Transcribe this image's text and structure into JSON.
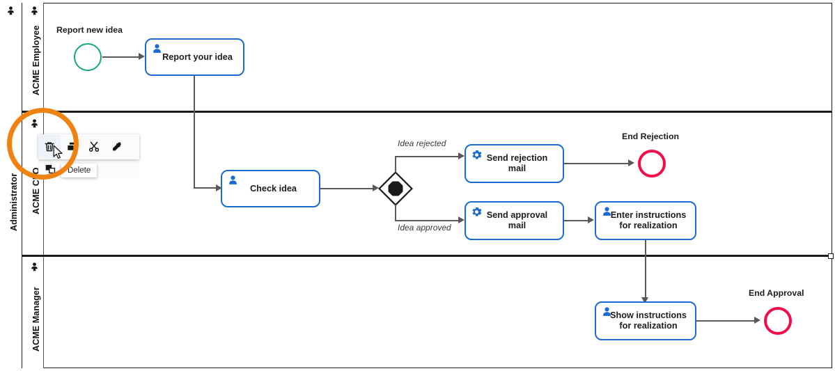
{
  "diagram": {
    "type": "bpmn-process",
    "pool": {
      "label": "Administrator",
      "icon": "lane-participant-icon"
    },
    "lanes": [
      {
        "id": "lane-employee",
        "label": "ACME Employee",
        "icon": "lane-participant-icon"
      },
      {
        "id": "lane-cfo",
        "label": "ACME CFO",
        "icon": "lane-participant-icon"
      },
      {
        "id": "lane-manager",
        "label": "ACME Manager",
        "icon": "lane-participant-icon"
      }
    ],
    "events": [
      {
        "id": "start-report-new-idea",
        "kind": "start",
        "label": "Report new idea",
        "color": "#14a87b"
      },
      {
        "id": "end-rejection",
        "kind": "end",
        "label": "End Rejection",
        "color": "#f50a4a"
      },
      {
        "id": "end-approval",
        "kind": "end",
        "label": "End Approval",
        "color": "#f50a4a"
      }
    ],
    "tasks": [
      {
        "id": "task-report-your-idea",
        "label": "Report your idea",
        "icon": "user-task-icon",
        "lane": "ACME Employee"
      },
      {
        "id": "task-check-idea",
        "label": "Check idea",
        "icon": "user-task-icon",
        "lane": "ACME CFO"
      },
      {
        "id": "task-send-rejection",
        "label": "Send rejection mail",
        "icon": "service-task-icon",
        "lane": "ACME CFO"
      },
      {
        "id": "task-send-approval",
        "label": "Send approval mail",
        "icon": "service-task-icon",
        "lane": "ACME CFO"
      },
      {
        "id": "task-enter-instructions",
        "label": "Enter instructions for realization",
        "icon": "user-task-icon",
        "lane": "ACME CFO"
      },
      {
        "id": "task-show-instructions",
        "label": "Show instructions for realization",
        "icon": "user-task-icon",
        "lane": "ACME Manager"
      }
    ],
    "gateways": [
      {
        "id": "gateway-idea-decision",
        "kind": "complex",
        "symbol": "asterisk"
      }
    ],
    "flow_labels": [
      {
        "id": "flow-idea-rejected",
        "label": "Idea rejected"
      },
      {
        "id": "flow-idea-approved",
        "label": "Idea approved"
      }
    ],
    "task_labels": {
      "report_your_idea": "Report your idea",
      "check_idea": "Check idea",
      "send_rejection_line1": "Send rejection",
      "send_rejection_line2": "mail",
      "send_approval_line1": "Send approval",
      "send_approval_line2": "mail",
      "enter_instructions_line1": "Enter instructions",
      "enter_instructions_line2": "for realization",
      "show_instructions_line1": "Show instructions",
      "show_instructions_line2": "for realization"
    }
  },
  "context_toolbar": {
    "buttons": [
      {
        "id": "delete",
        "icon": "trash-icon",
        "state": "hovered"
      },
      {
        "id": "copy",
        "icon": "copy-icon",
        "state": "normal"
      },
      {
        "id": "cut",
        "icon": "scissors-icon",
        "state": "normal"
      },
      {
        "id": "color-picker",
        "icon": "eyedropper-icon",
        "state": "normal"
      },
      {
        "id": "paste",
        "icon": "paste-icon",
        "state": "normal"
      }
    ],
    "tooltip": "Delete"
  },
  "annotation": {
    "highlight_color": "#ef8210",
    "shape": "circle"
  },
  "colors": {
    "task_border": "#1a6ad4",
    "task_icon": "#1a6ad4",
    "start_event": "#14a87b",
    "end_event": "#f50a4a",
    "connector": "#595959",
    "lane_border": "#1a1a1a",
    "highlight": "#ef8210"
  }
}
